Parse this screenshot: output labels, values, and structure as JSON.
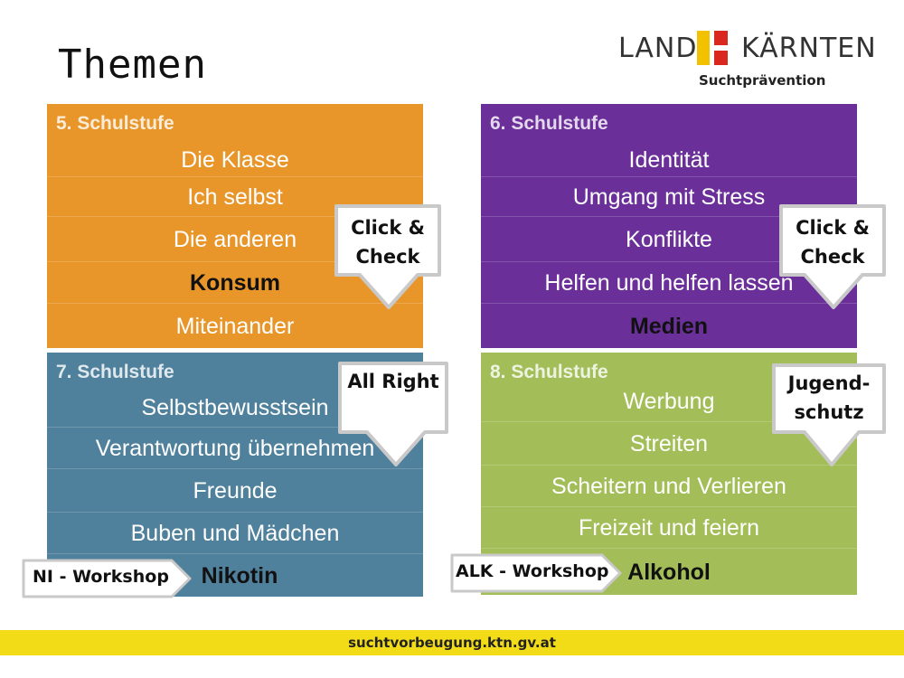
{
  "title": "Themen",
  "logo": {
    "left_word": "LAND",
    "right_word": "KÄRNTEN",
    "subtitle": "Suchtprävention",
    "colors": [
      "#f2c200",
      "#d9281e"
    ]
  },
  "panels": [
    {
      "title": "5. Schulstufe",
      "color": "#e8962a",
      "rows": [
        {
          "label": "Die Klasse"
        },
        {
          "label": "Ich selbst"
        },
        {
          "label": "Die anderen"
        },
        {
          "label": "Konsum",
          "bold": true
        },
        {
          "label": "Miteinander"
        }
      ]
    },
    {
      "title": "6. Schulstufe",
      "color": "#6a2f98",
      "rows": [
        {
          "label": "Identität"
        },
        {
          "label": "Umgang mit Stress"
        },
        {
          "label": "Konflikte"
        },
        {
          "label": "Helfen und helfen lassen"
        },
        {
          "label": "Medien",
          "bold": true
        }
      ]
    },
    {
      "title": "7. Schulstufe",
      "color": "#50819c",
      "rows": [
        {
          "label": "Selbstbewusstsein"
        },
        {
          "label": "Verantwortung übernehmen"
        },
        {
          "label": "Freunde"
        },
        {
          "label": "Buben und Mädchen"
        },
        {
          "label": "Nikotin",
          "bold": true
        }
      ]
    },
    {
      "title": "8. Schulstufe",
      "color": "#a3be58",
      "rows": [
        {
          "label": "Werbung"
        },
        {
          "label": "Streiten"
        },
        {
          "label": "Scheitern und Verlieren"
        },
        {
          "label": "Freizeit und feiern"
        },
        {
          "label": "Alkohol",
          "bold": true
        }
      ]
    }
  ],
  "callouts": [
    {
      "text": "Click &\nCheck"
    },
    {
      "text": "Click &\nCheck"
    },
    {
      "text": "All Right"
    },
    {
      "text": "Jugend-\nschutz"
    }
  ],
  "tags": [
    {
      "text": "NI - Workshop"
    },
    {
      "text": "ALK - Workshop"
    }
  ],
  "footer": "suchtvorbeugung.ktn.gv.at"
}
